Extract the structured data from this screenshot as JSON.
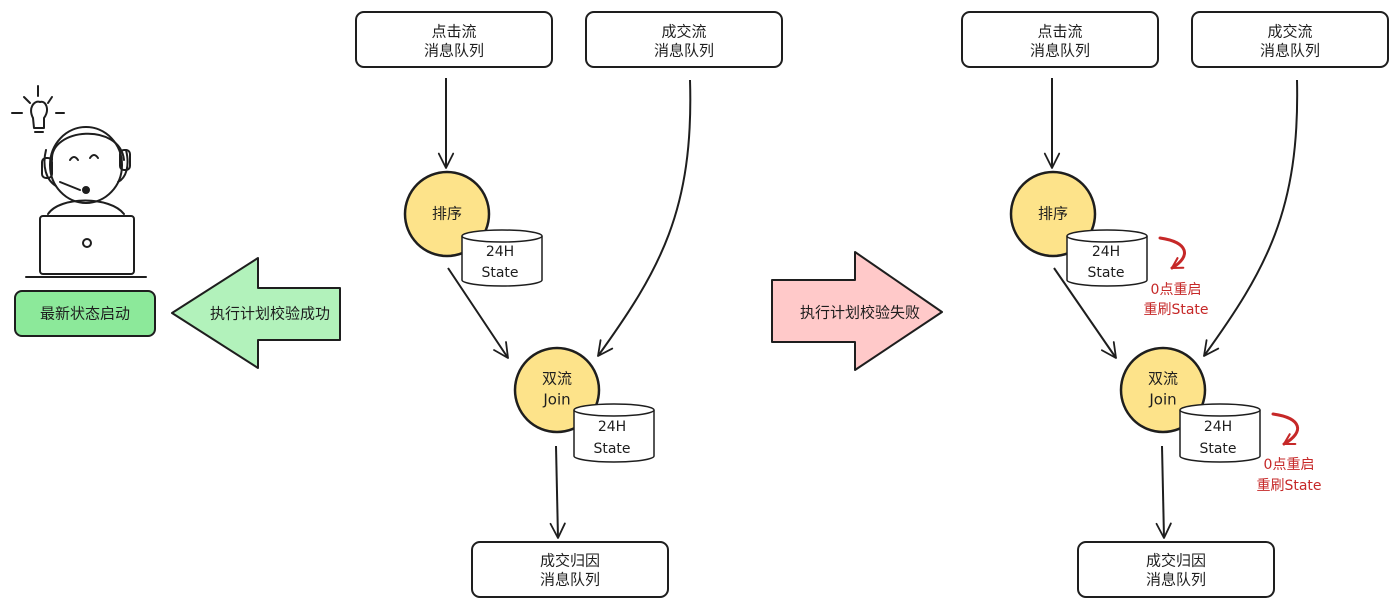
{
  "colors": {
    "stroke": "#1e1e1e",
    "node_fill": "#fde38a",
    "success_fill": "#b2f2bb",
    "failure_fill": "#ffc9c9",
    "status_fill": "#8ce99a",
    "restart_red": "#c62828"
  },
  "icons": {
    "engineer": "person-at-laptop-with-headset-and-lightbulb-icon"
  },
  "status": {
    "label": "最新状态启动"
  },
  "success_arrow": {
    "label": "执行计划校验成功"
  },
  "failure_arrow": {
    "label": "执行计划校验失败"
  },
  "middle_plan": {
    "click_queue": {
      "line1": "点击流",
      "line2": "消息队列"
    },
    "deal_queue": {
      "line1": "成交流",
      "line2": "消息队列"
    },
    "sort_node": {
      "label": "排序"
    },
    "sort_state": {
      "line1": "24H",
      "line2": "State"
    },
    "join_node": {
      "line1": "双流",
      "line2": "Join"
    },
    "join_state": {
      "line1": "24H",
      "line2": "State"
    },
    "output_queue": {
      "line1": "成交归因",
      "line2": "消息队列"
    }
  },
  "right_plan": {
    "click_queue": {
      "line1": "点击流",
      "line2": "消息队列"
    },
    "deal_queue": {
      "line1": "成交流",
      "line2": "消息队列"
    },
    "sort_node": {
      "label": "排序"
    },
    "sort_state": {
      "line1": "24H",
      "line2": "State"
    },
    "sort_restart": {
      "line1": "0点重启",
      "line2": "重刷State"
    },
    "join_node": {
      "line1": "双流",
      "line2": "Join"
    },
    "join_state": {
      "line1": "24H",
      "line2": "State"
    },
    "join_restart": {
      "line1": "0点重启",
      "line2": "重刷State"
    },
    "output_queue": {
      "line1": "成交归因",
      "line2": "消息队列"
    }
  }
}
